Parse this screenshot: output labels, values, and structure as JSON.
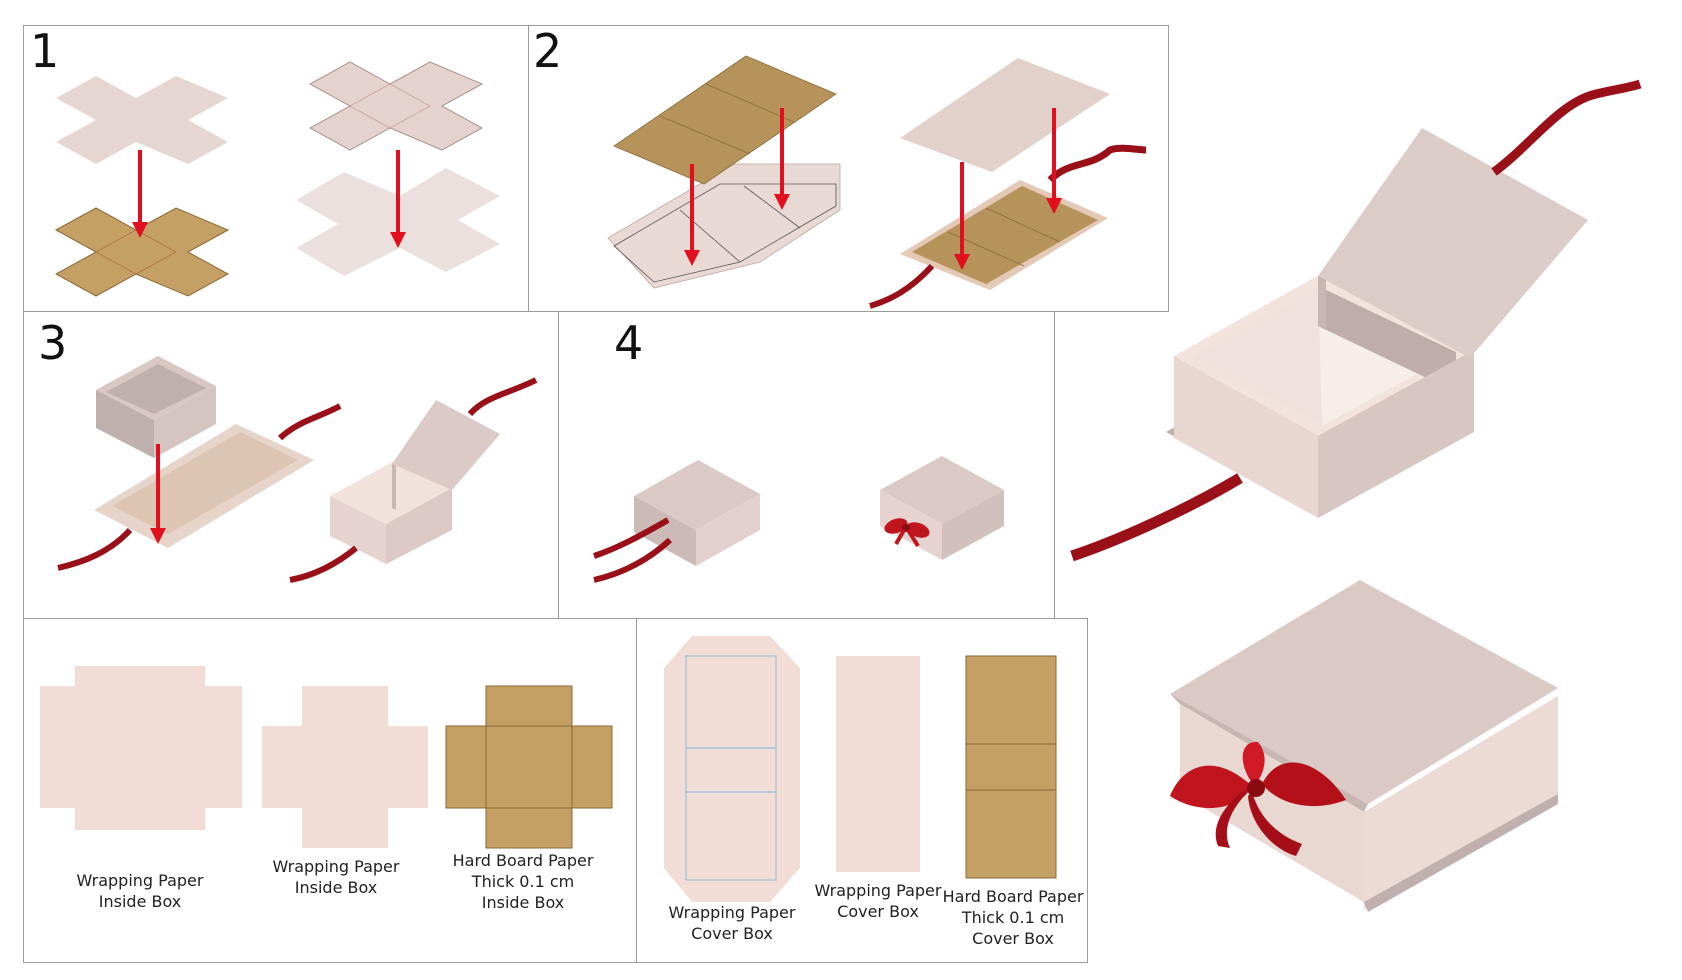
{
  "steps": {
    "s1": "1",
    "s2": "2",
    "s3": "3",
    "s4": "4"
  },
  "captions": {
    "wrap_inside_1": [
      "Wrapping Paper",
      "Inside Box"
    ],
    "wrap_inside_2": [
      "Wrapping Paper",
      "Inside Box"
    ],
    "board_inside": [
      "Hard Board Paper",
      "Thick 0.1 cm",
      "Inside Box"
    ],
    "wrap_cover_1": [
      "Wrapping Paper",
      "Cover Box"
    ],
    "wrap_cover_2": [
      "Wrapping Paper",
      "Cover Box"
    ],
    "board_cover": [
      "Hard Board Paper",
      "Thick 0.1 cm",
      "Cover Box"
    ]
  },
  "colors": {
    "paper": "#f1dcd6",
    "paper_light": "#e6dbd7",
    "board": "#c5a064",
    "board_dark": "#8a6a3a",
    "box_top": "#dccac6",
    "box_side": "#e9d6d1",
    "box_shadow": "#bfb0ad",
    "arrow": "#e0101e",
    "ribbon": "#b3141e",
    "border": "#9a9a9a"
  }
}
